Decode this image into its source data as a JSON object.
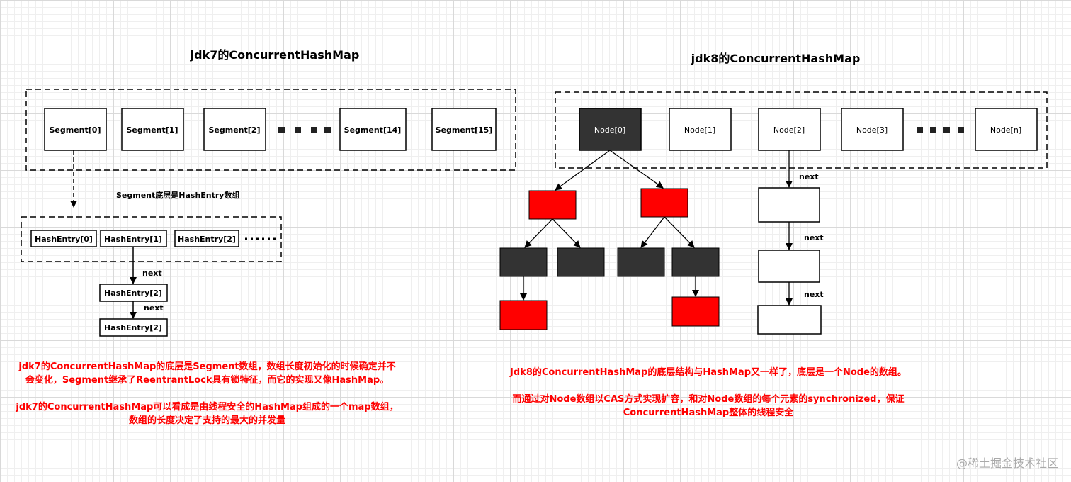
{
  "left": {
    "title": "jdk7的ConcurrentHashMap",
    "segments": [
      "Segment[0]",
      "Segment[1]",
      "Segment[2]",
      "Segment[14]",
      "Segment[15]"
    ],
    "segment_note": "Segment底层是HashEntry数组",
    "entries": [
      "HashEntry[0]",
      "HashEntry[1]",
      "HashEntry[2]"
    ],
    "chain": [
      "HashEntry[2]",
      "HashEntry[2]"
    ],
    "next_label": "next",
    "description": [
      "jdk7的ConcurrentHashMap的底层是Segment数组，数组长度初始化的时候确定并不会变化，Segment继承了ReentrantLock具有锁特征，而它的实现又像HashMap。",
      "jdk7的ConcurrentHashMap可以看成是由线程安全的HashMap组成的一个map数组，数组的长度决定了支持的最大的并发量"
    ]
  },
  "right": {
    "title": "jdk8的ConcurrentHashMap",
    "nodes": [
      "Node[0]",
      "Node[1]",
      "Node[2]",
      "Node[3]",
      "Node[n]"
    ],
    "next_label": "next",
    "description": [
      "Jdk8的ConcurrentHashMap的底层结构与HashMap又一样了，底层是一个Node的数组。",
      "而通过对Node数组以CAS方式实现扩容，和对Node数组的每个元素的synchronized，保证ConcurrentHashMap整体的线程安全"
    ]
  },
  "colors": {
    "red": "#ff0000",
    "dark": "#333333",
    "note": "#ff0000"
  },
  "watermark": "@稀土掘金技术社区"
}
